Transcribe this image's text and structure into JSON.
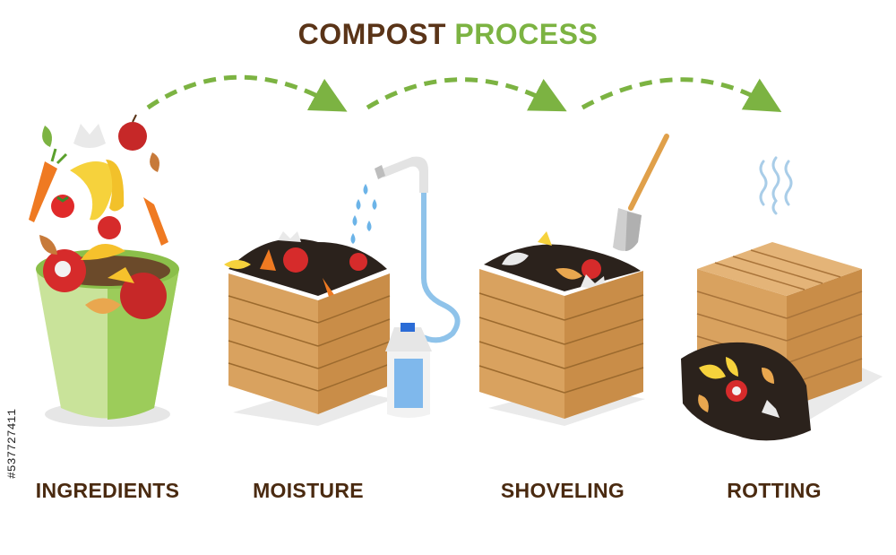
{
  "title": {
    "part1": "COMPOST",
    "part2": "PROCESS"
  },
  "steps": [
    {
      "label": "INGREDIENTS"
    },
    {
      "label": "MOISTURE"
    },
    {
      "label": "SHOVELING"
    },
    {
      "label": "ROTTING"
    }
  ],
  "stock_id": "#537727411",
  "colors": {
    "title_brown": "#5a3418",
    "title_green": "#7cb342",
    "arrow_green": "#7cb342",
    "wood": "#d9a25f",
    "wood_dark": "#b57a3a",
    "bin_green": "#c9e39a",
    "water_blue": "#6cb4e8",
    "compost": "#2b221c"
  }
}
